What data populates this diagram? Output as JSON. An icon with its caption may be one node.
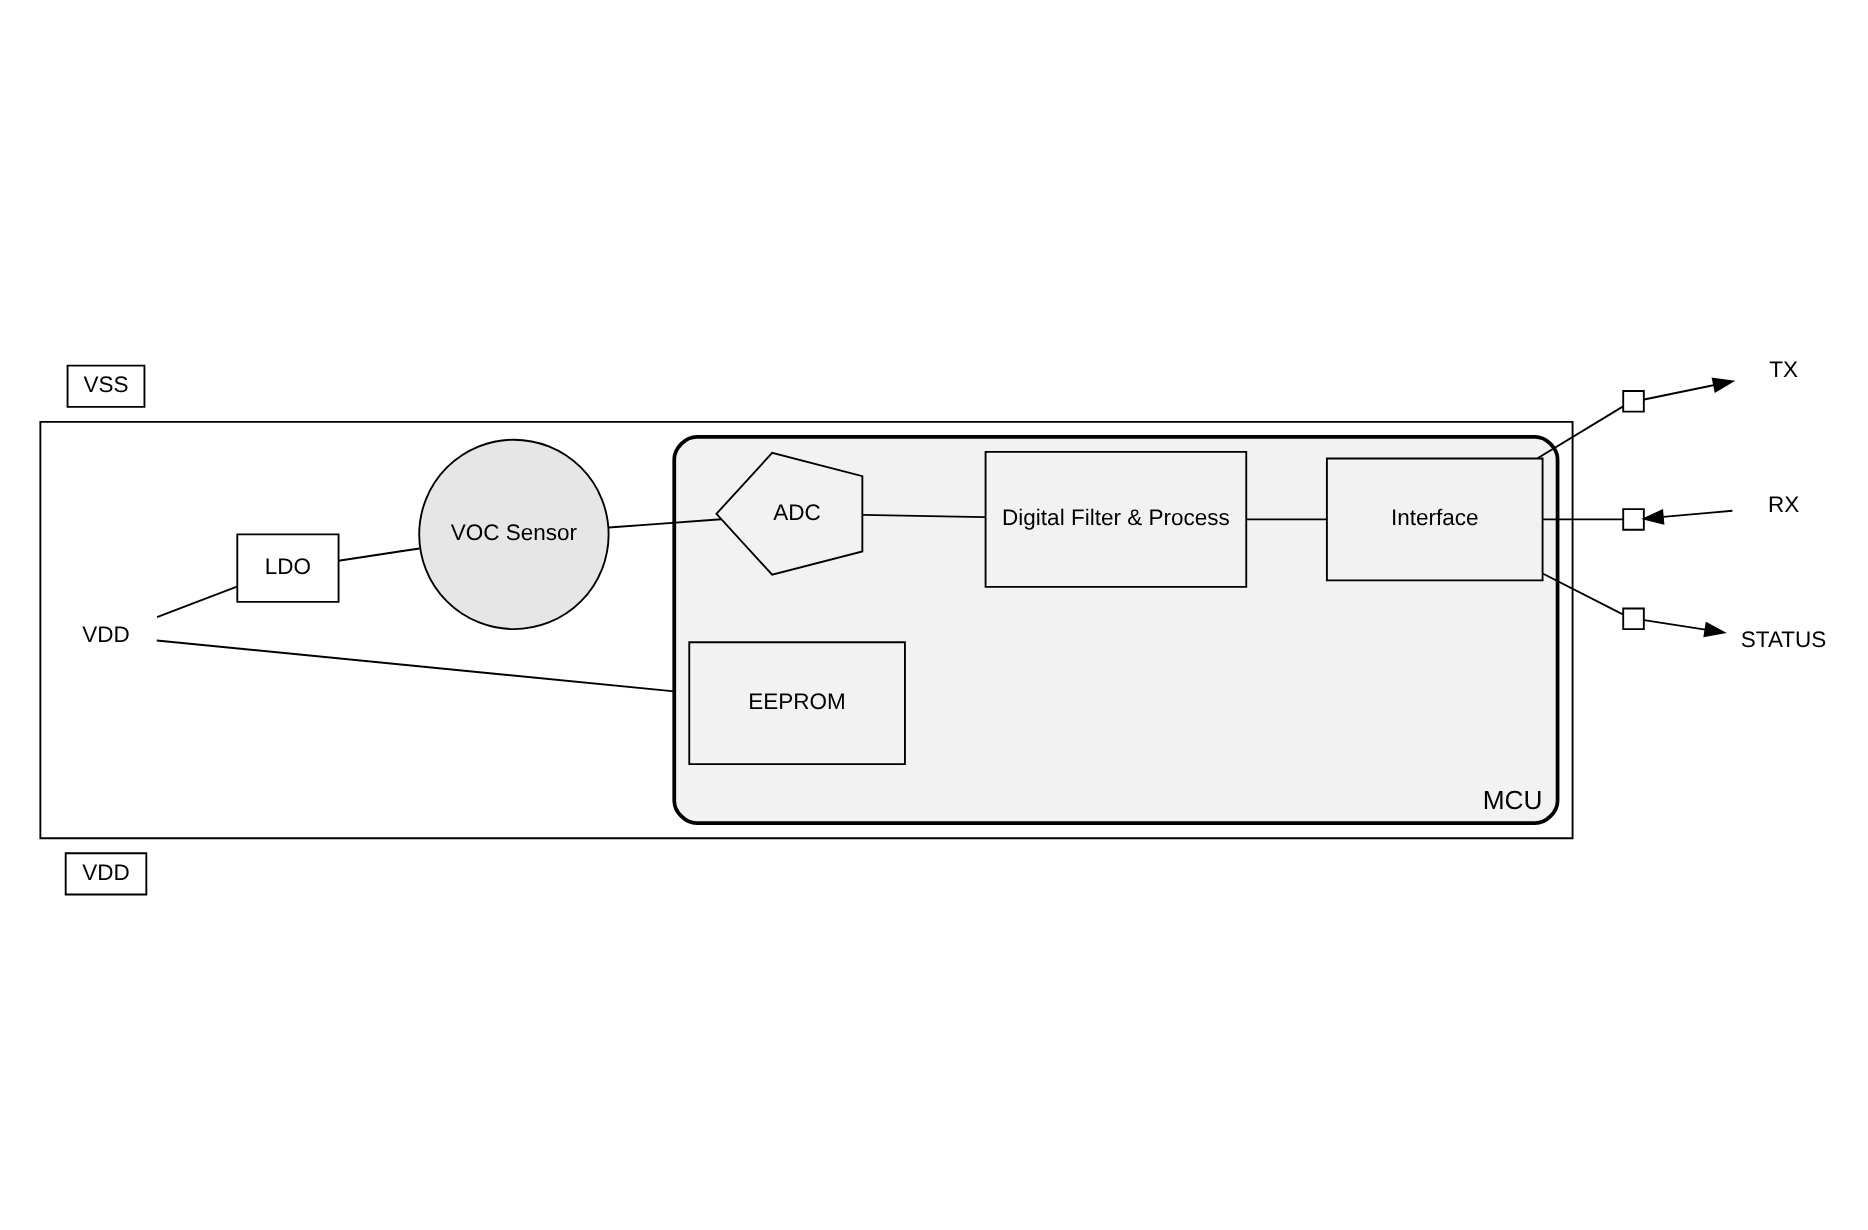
{
  "diagram": {
    "nodes": [
      {
        "text": [
          "VDD"
        ]
      },
      {
        "text": [],
        "shape": "box"
      },
      {
        "text": [
          "MCU"
        ],
        "in": 1
      },
      {
        "text": [
          "EEPROM"
        ],
        "in": 2
      },
      {
        "text": [
          "Interface"
        ],
        "in": 2
      },
      {
        "text": [
          "ADC"
        ],
        "in": 2
      },
      {
        "text": [
          "Digital Filter & Process"
        ],
        "in": 2
      },
      {
        "text": [
          "VDD"
        ],
        "in": 1
      },
      {
        "text": [
          "LDO"
        ],
        "in": 1
      },
      {
        "text": [
          "VOC Sensor"
        ],
        "in": 1
      },
      {
        "text": [],
        "shape": "box"
      },
      {
        "text": [
          "TX"
        ]
      },
      {
        "text": [],
        "shape": "box"
      },
      {
        "text": [
          "RX"
        ]
      },
      {
        "text": [],
        "shape": "box"
      },
      {
        "text": [
          "STATUS"
        ]
      },
      {
        "text": [
          "VSS"
        ]
      }
    ],
    "edges": [
      {
        "from": 7,
        "to": 8,
        "arrow": "none"
      },
      {
        "from": 7,
        "to": 2,
        "arrow": "none"
      },
      {
        "from": 8,
        "to": 9,
        "arrow": "none"
      },
      {
        "from": 9,
        "to": 5,
        "arrow": "none"
      },
      {
        "from": 5,
        "to": 6,
        "arrow": "none"
      },
      {
        "from": 6,
        "to": 4,
        "arrow": "none"
      },
      {
        "from": 4,
        "to": 10,
        "arrow": "none"
      },
      {
        "from": 10,
        "to": 11,
        "arrow": "to"
      },
      {
        "from": 4,
        "to": 12,
        "arrow": "none"
      },
      {
        "from": 13,
        "to": 12,
        "arrow": "to"
      },
      {
        "from": 4,
        "to": 14,
        "arrow": "none"
      },
      {
        "from": 14,
        "to": 15,
        "arrow": "to"
      }
    ]
  }
}
